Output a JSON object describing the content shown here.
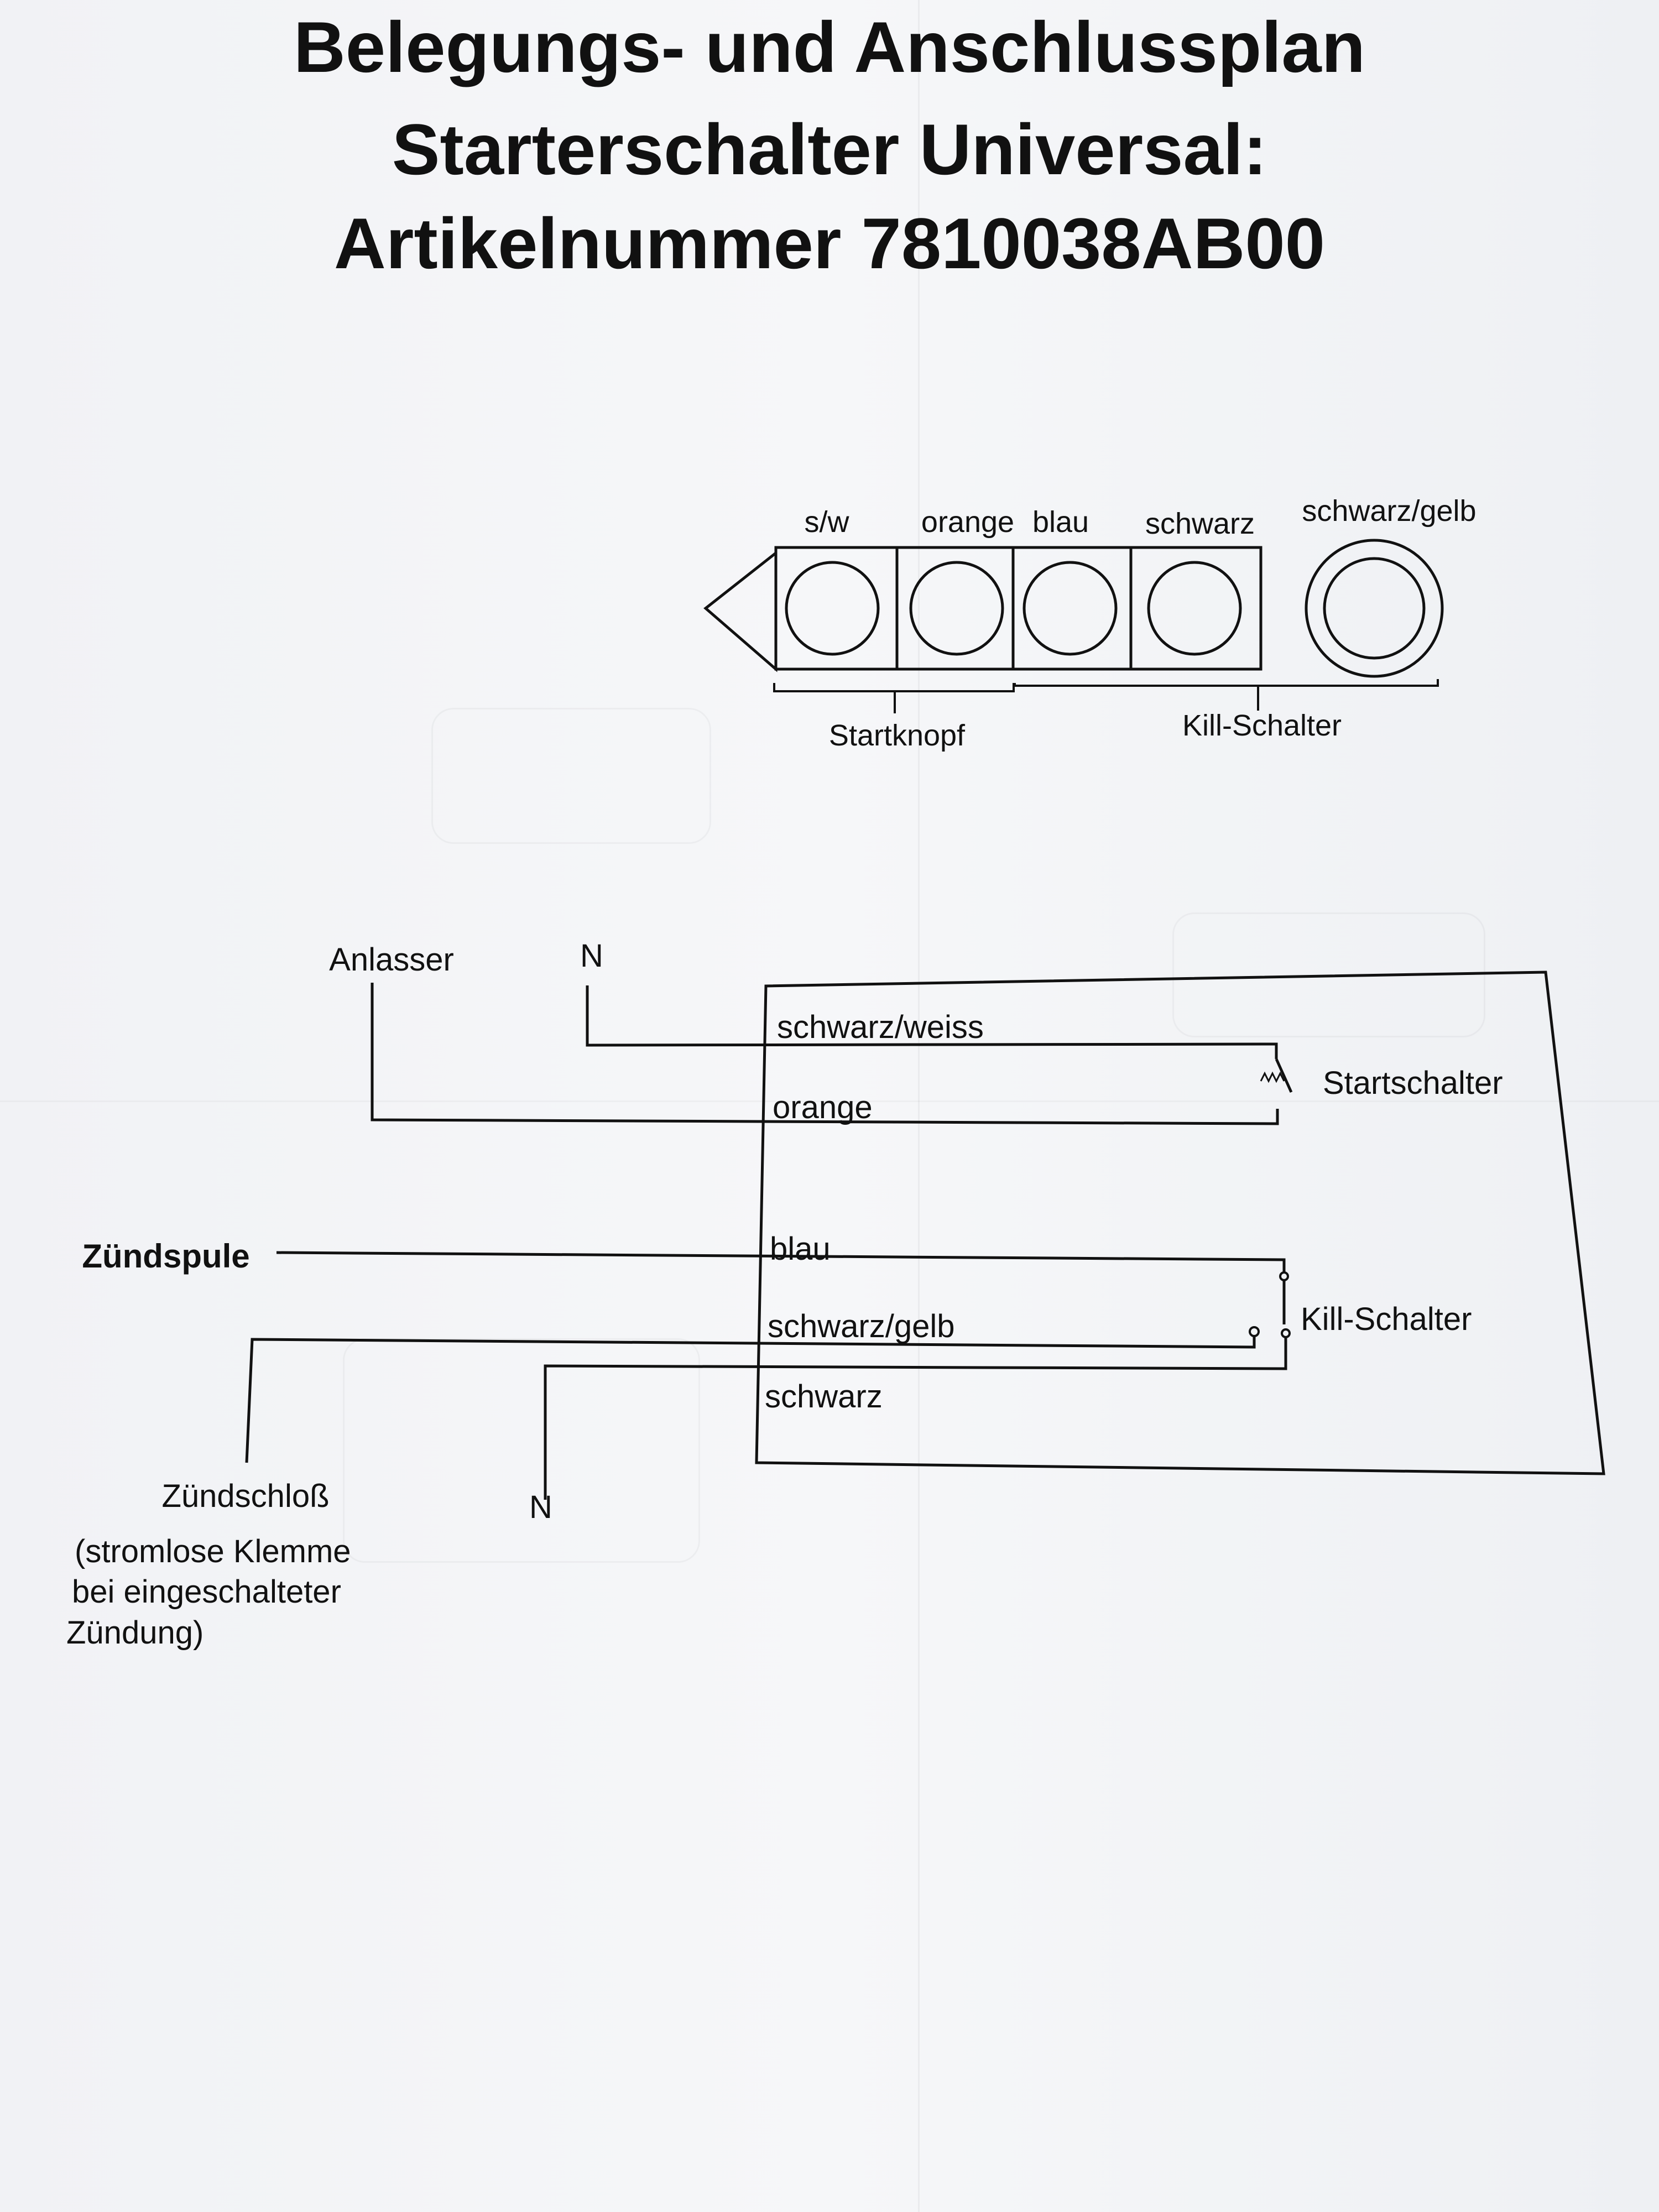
{
  "title": {
    "line1": "Belegungs- und Anschlussplan",
    "line2": "Starterschalter Universal:",
    "line3": "Artikelnummer 7810038AB00"
  },
  "connector": {
    "pins": [
      {
        "label": "s/w"
      },
      {
        "label": "orange"
      },
      {
        "label": "blau"
      },
      {
        "label": "schwarz"
      },
      {
        "label": "schwarz/gelb"
      }
    ],
    "groups": {
      "start": "Startknopf",
      "kill": "Kill-Schalter"
    }
  },
  "wiring": {
    "externals": {
      "anlasser": "Anlasser",
      "n_top": "N",
      "zuendspule": "Zündspule",
      "zuendschloss_line1": "Zündschloß",
      "zuendschloss_line2": "(stromlose Klemme",
      "zuendschloss_line3": "bei eingeschalteter",
      "zuendschloss_line4": "Zündung)",
      "n_bottom": "N"
    },
    "wires": {
      "schwarz_weiss": "schwarz/weiss",
      "orange": "orange",
      "blau": "blau",
      "schwarz_gelb": "schwarz/gelb",
      "schwarz": "schwarz"
    },
    "switches": {
      "start": "Startschalter",
      "kill": "Kill-Schalter"
    }
  }
}
